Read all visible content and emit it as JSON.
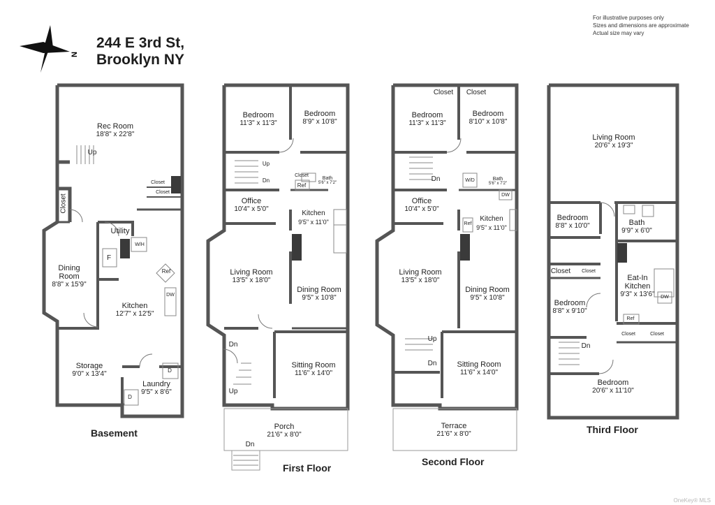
{
  "header": {
    "address_line1": "244 E 3rd St,",
    "address_line2": "Brooklyn NY",
    "compass_label": "N"
  },
  "disclaimer": [
    "For illustrative purposes only",
    "Sizes and dimensions are approximate",
    "Actual size may vary"
  ],
  "watermark": "OneKey® MLS",
  "basement": {
    "label": "Basement",
    "rec_room": {
      "name": "Rec Room",
      "dims": "18'8\" x 22'8\""
    },
    "up": "Up",
    "closet_left": "Closet",
    "closet_a": "Closet",
    "closet_b": "Closet",
    "utility": "Utility",
    "f": "F",
    "wh": "W/H",
    "dining": {
      "name1": "Dining",
      "name2": "Room",
      "dims": "8'8\" x 15'9\""
    },
    "ref": "Ref",
    "dw": "DW",
    "kitchen": {
      "name": "Kitchen",
      "dims": "12'7\" x 12'5\""
    },
    "storage": {
      "name": "Storage",
      "dims": "9'0\" x 13'4\""
    },
    "laundry": {
      "name": "Laundry",
      "dims": "9'5\" x 8'6\""
    },
    "d1": "D",
    "d2": "D"
  },
  "first_floor": {
    "label": "First Floor",
    "bedroom1": {
      "name": "Bedroom",
      "dims": "11'3\" x 11'3\""
    },
    "bedroom2": {
      "name": "Bedroom",
      "dims": "8'9\" x 10'8\""
    },
    "up": "Up",
    "dn": "Dn",
    "closet": "Closet",
    "ref": "Ref",
    "bath": {
      "name": "Bath",
      "dims": "5'6\" x 7'2\""
    },
    "office": {
      "name": "Office",
      "dims": "10'4\" x 5'0\""
    },
    "kitchen": {
      "name": "Kitchen",
      "dims": "9'5\" x 11'0\""
    },
    "living": {
      "name": "Living Room",
      "dims": "13'5\" x 18'0\""
    },
    "dining": {
      "name": "Dining Room",
      "dims": "9'5\" x 10'8\""
    },
    "dn2": "Dn",
    "up2": "Up",
    "sitting": {
      "name": "Sitting Room",
      "dims": "11'6\" x 14'0\""
    },
    "porch": {
      "name": "Porch",
      "dims": "21'6\" x 8'0\""
    },
    "dn3": "Dn"
  },
  "second_floor": {
    "label": "Second Floor",
    "closet1": "Closet",
    "closet2": "Closet",
    "bedroom1": {
      "name": "Bedroom",
      "dims": "11'3\" x 11'3\""
    },
    "bedroom2": {
      "name": "Bedroom",
      "dims": "8'10\" x 10'8\""
    },
    "dn": "Dn",
    "wd": "W/D",
    "bath": {
      "name": "Bath",
      "dims": "5'6\" x 7'2\""
    },
    "dw": "DW",
    "office": {
      "name": "Office",
      "dims": "10'4\" x 5'0\""
    },
    "ref": "Ref",
    "kitchen": {
      "name": "Kitchen",
      "dims": "9'5\" x 11'0\""
    },
    "living": {
      "name": "Living Room",
      "dims": "13'5\" x 18'0\""
    },
    "dining": {
      "name": "Dining Room",
      "dims": "9'5\" x 10'8\""
    },
    "up": "Up",
    "dn2": "Dn",
    "sitting": {
      "name": "Sitting Room",
      "dims": "11'6\" x 14'0\""
    },
    "terrace": {
      "name": "Terrace",
      "dims": "21'6\" x 8'0\""
    }
  },
  "third_floor": {
    "label": "Third Floor",
    "living": {
      "name": "Living Room",
      "dims": "20'6\" x 19'3\""
    },
    "bedroom1": {
      "name": "Bedroom",
      "dims": "8'8\" x 10'0\""
    },
    "bath": {
      "name": "Bath",
      "dims": "9'9\" x 6'0\""
    },
    "closet1": "Closet",
    "closet2": "Closet",
    "eatin": {
      "name1": "Eat-In",
      "name2": "Kitchen",
      "dims": "9'3\" x 13'6\""
    },
    "dw": "DW",
    "bedroom2": {
      "name": "Bedroom",
      "dims": "8'8\" x 9'10\""
    },
    "ref": "Ref",
    "closet3": "Closet",
    "closet4": "Closet",
    "dn": "Dn",
    "bedroom3": {
      "name": "Bedroom",
      "dims": "20'6\" x 11'10\""
    }
  }
}
